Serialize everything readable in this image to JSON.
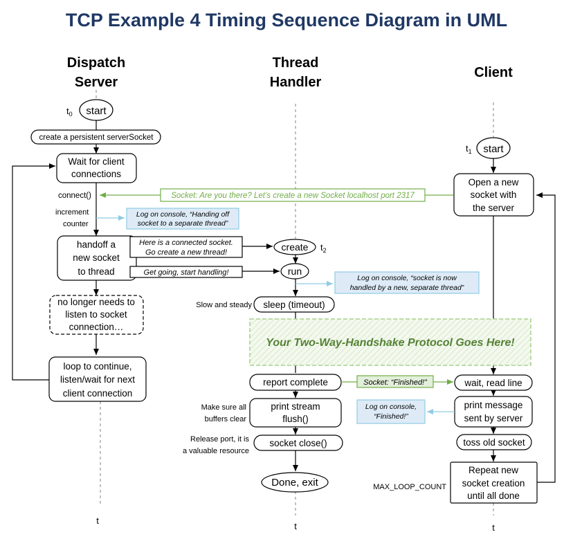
{
  "title": "TCP Example 4 Timing Sequence Diagram in UML",
  "lanes": {
    "dispatch": [
      "Dispatch",
      "Server"
    ],
    "thread": [
      "Thread",
      "Handler"
    ],
    "client": [
      "Client"
    ]
  },
  "time_labels": {
    "t0": "t",
    "t0_sub": "0",
    "t1": "t",
    "t1_sub": "1",
    "t2": "t",
    "t2_sub": "2",
    "t_end": "t"
  },
  "nodes": {
    "server_start": "start",
    "create_server_socket": "create a persistent serverSocket",
    "wait_connections": [
      "Wait for client",
      "connections"
    ],
    "handoff": [
      "handoff a",
      "new socket",
      "to thread"
    ],
    "no_longer": [
      "no longer needs to",
      "listen to socket",
      "connection…"
    ],
    "loop_continue": [
      "loop to continue,",
      "listen/wait for next",
      "client connection"
    ],
    "create": "create",
    "run": "run",
    "sleep": "sleep (timeout)",
    "report_complete": "report complete",
    "print_flush": [
      "print stream",
      "flush()"
    ],
    "socket_close": "socket close()",
    "done_exit": "Done, exit",
    "client_start": "start",
    "open_socket": [
      "Open a new",
      "socket with",
      "the server"
    ],
    "wait_read": "wait, read line",
    "print_message": [
      "print message",
      "sent by server"
    ],
    "toss_socket": "toss old socket",
    "repeat": [
      "Repeat new",
      "socket creation",
      "until all done"
    ]
  },
  "side_labels": {
    "connect": "connect()",
    "increment": [
      "increment",
      "counter"
    ],
    "slow_steady": "Slow and steady",
    "make_sure": [
      "Make sure all",
      "buffers clear"
    ],
    "release_port": [
      "Release port, it is",
      "a valuable resource"
    ],
    "max_loop": "MAX_LOOP_COUNT"
  },
  "messages": {
    "are_you_there": "Socket: Are you there?  Let’s create a new Socket localhost port 2317",
    "connected_socket": [
      "Here is a connected socket.",
      "Go create a new thread!"
    ],
    "get_going": "Get going, start handling!",
    "finished": "Socket: “Finished!”"
  },
  "notes": {
    "log_handing_off": [
      "Log on console, “Handing off",
      "socket to a separate thread”"
    ],
    "log_socket_handled": [
      "Log on console, “socket is now",
      "handled by a new, separate thread”"
    ],
    "log_finished": [
      "Log on console,",
      "“Finished!”"
    ]
  },
  "protocol_box": "Your Two-Way-Handshake Protocol Goes Here!",
  "colors": {
    "title": "#1f3864",
    "message_green": "#70ad47",
    "note_blue": "#8fcce3",
    "note_fill": "#deebf7",
    "protocol_text": "#548235",
    "protocol_border": "#a9d08e",
    "line": "#000000"
  }
}
